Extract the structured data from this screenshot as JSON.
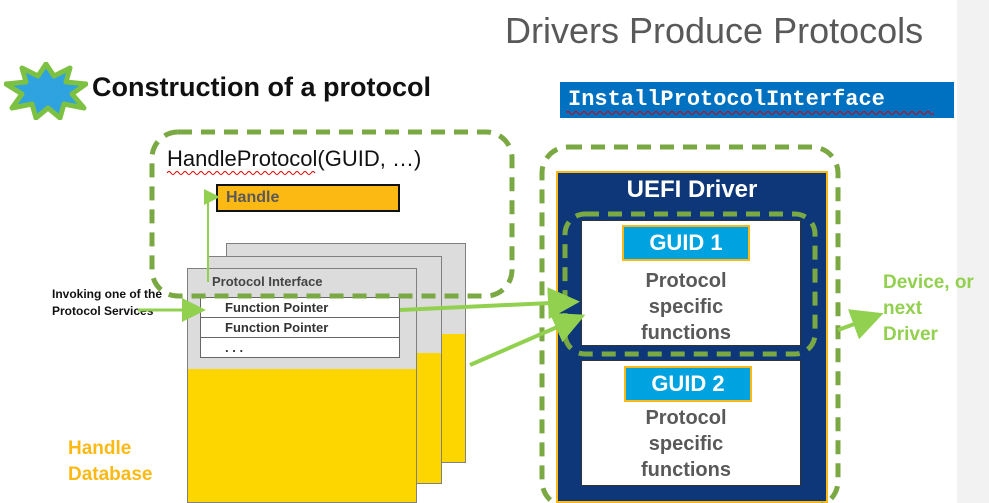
{
  "slide": {
    "title": "Drivers Produce Protocols",
    "subtitle": "Construction of a protocol",
    "api_call": "InstallProtocolInterface"
  },
  "handle_section": {
    "call_label": "HandleProtocol(GUID, …)",
    "handle_label": "Handle",
    "protocol_interface_label": "Protocol Interface",
    "function_pointers": [
      "Function Pointer",
      "Function Pointer",
      ". . ."
    ],
    "invoking_label": "Invoking one of the Protocol Services",
    "database_label_line1": "Handle",
    "database_label_line2": "Database"
  },
  "driver": {
    "title": "UEFI Driver",
    "protocols": [
      {
        "guid": "GUID  1",
        "line1": "Protocol",
        "line2": "specific",
        "line3": "functions"
      },
      {
        "guid": "GUID  2",
        "line1": "Protocol",
        "line2": "specific",
        "line3": "functions"
      }
    ]
  },
  "output": {
    "line1": "Device, or",
    "line2": "next",
    "line3": "Driver"
  },
  "colors": {
    "accent_green": "#92d050",
    "dashed_green": "#7aa843",
    "driver_blue": "#0d3778",
    "guid_blue": "#00a3e0",
    "handle_orange": "#fdb913",
    "database_yellow": "#fdd600",
    "api_blue": "#0070c0"
  },
  "icons": {
    "star": "starburst-icon"
  }
}
